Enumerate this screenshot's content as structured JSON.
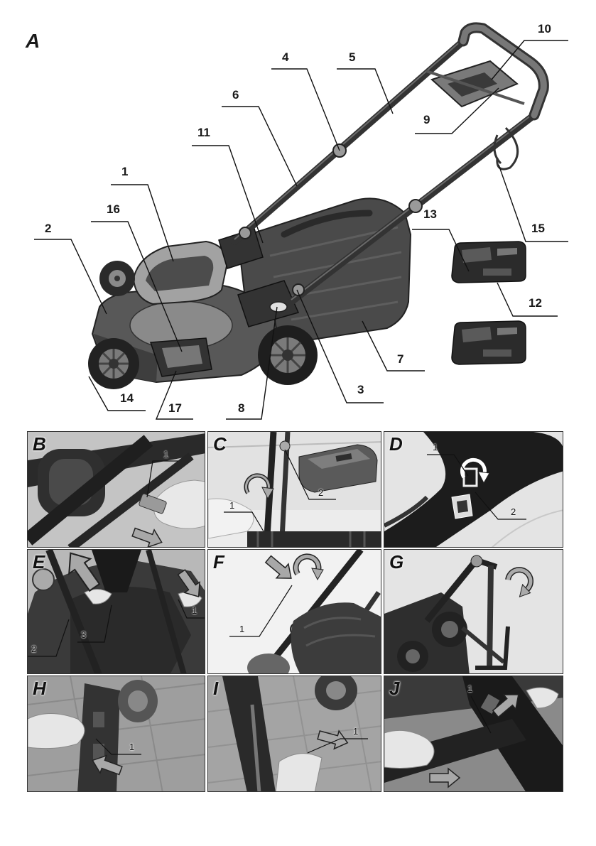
{
  "figure_a": {
    "letter": "A",
    "callouts": [
      {
        "label": "10"
      },
      {
        "label": "4"
      },
      {
        "label": "5"
      },
      {
        "label": "6"
      },
      {
        "label": "9"
      },
      {
        "label": "11"
      },
      {
        "label": "1"
      },
      {
        "label": "16"
      },
      {
        "label": "2"
      },
      {
        "label": "13"
      },
      {
        "label": "15"
      },
      {
        "label": "12"
      },
      {
        "label": "7"
      },
      {
        "label": "3"
      },
      {
        "label": "14"
      },
      {
        "label": "17"
      },
      {
        "label": "8"
      }
    ]
  },
  "panels": [
    {
      "letter": "B",
      "callouts": [
        "1"
      ]
    },
    {
      "letter": "C",
      "callouts": [
        "1",
        "2"
      ]
    },
    {
      "letter": "D",
      "callouts": [
        "1",
        "2"
      ]
    },
    {
      "letter": "E",
      "callouts": [
        "1",
        "2",
        "3"
      ]
    },
    {
      "letter": "F",
      "callouts": [
        "1"
      ]
    },
    {
      "letter": "G",
      "callouts": []
    },
    {
      "letter": "H",
      "callouts": [
        "1"
      ]
    },
    {
      "letter": "I",
      "callouts": [
        "1"
      ]
    },
    {
      "letter": "J",
      "callouts": [
        "1"
      ]
    }
  ],
  "colors": {
    "ink": "#1a1a1a",
    "photo_dark": "#2e2e2e",
    "photo_mid": "#8a8a8a",
    "photo_light": "#d4d4d4",
    "arrow": "#a8a8a8"
  }
}
